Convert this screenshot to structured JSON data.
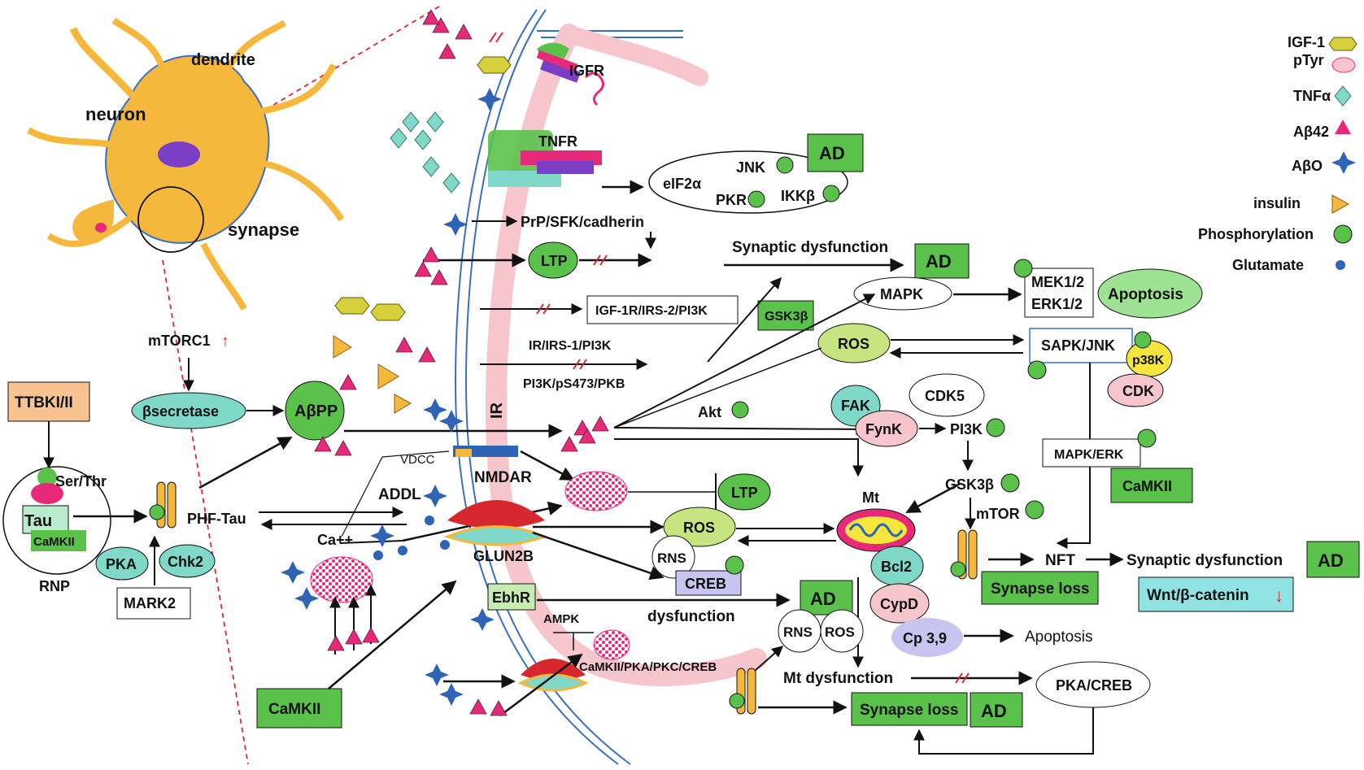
{
  "colors": {
    "green": "#5ac24a",
    "orange": "#f5b83d",
    "pink": "#e8297a",
    "teal": "#7fd8c8",
    "red": "#d7282f",
    "blue": "#2e63b6",
    "membrane": "#3a6fc4",
    "light_pink": "#f7c6cc"
  },
  "icons": [
    "neuron-illustration",
    "igfr-receptor",
    "tnfr-receptor",
    "nmda-receptor",
    "insulin-receptor",
    "mitochondrion",
    "tau-filament",
    "abeta-oligomer-cluster"
  ],
  "labels": {
    "dendrite": "dendrite",
    "neuron": "neuron",
    "synapse": "synapse",
    "igfr": "IGFR",
    "tnfr": "TNFR",
    "eif2a": "eIF2α",
    "jnk": "JNK",
    "pkr": "PKR",
    "ikkb": "IKKβ",
    "prp": "PrP/SFK/cadherin",
    "ltp": "LTP",
    "synaptic_dysfunction": "Synaptic dysfunction",
    "mapk": "MAPK",
    "mek": "MEK1/2",
    "erk": "ERK1/2",
    "apoptosis": "Apoptosis",
    "igf1r": "IGF-1R/IRS-2/PI3K",
    "gsk3b": "GSK3β",
    "mtorc1": "mTORC1",
    "ir_irs1": "IR/IRS-1/PI3K",
    "ros": "ROS",
    "sapk": "SAPK/JNK",
    "p38k": "p38K",
    "cdk": "CDK",
    "ttbk": "TTBKI/II",
    "bsecretase": "βsecretase",
    "abpp": "AβPP",
    "pi3k_ps473": "PI3K/pS473/PKB",
    "ir": "IR",
    "akt": "Akt",
    "fak": "FAK",
    "fynk": "FynK",
    "cdk5": "CDK5",
    "pi3k": "PI3K",
    "mapk_erk": "MAPK/ERK",
    "camkii": "CaMKII",
    "ser_thr": "Ser/Thr",
    "vdcc": "VDCC",
    "nmdar": "NMDAR",
    "addl": "ADDL",
    "mt": "Mt",
    "mtor": "mTOR",
    "tau": "Tau",
    "phf_tau": "PHF-Tau",
    "ca": "Ca++",
    "rns": "RNS",
    "glun2b": "GLUN2B",
    "creb": "CREB",
    "bcl2": "Bcl2",
    "nft": "NFT",
    "ad": "AD",
    "pka": "PKA",
    "chk2": "Chk2",
    "rnp": "RNP",
    "mark2": "MARK2",
    "ebhr": "EbhR",
    "dysfunction": "dysfunction",
    "synapse_loss": "Synapse loss",
    "wnt": "Wnt/β-catenin",
    "cypd": "CypD",
    "cp39": "Cp 3,9",
    "ampk": "AMPK",
    "camkii_pka": "CaMKII/PKA/PKC/CREB",
    "mt_dysfunction": "Mt dysfunction",
    "pka_creb": "PKA/CREB"
  },
  "legend": [
    {
      "label": "IGF-1",
      "shape": "igf-hexagon"
    },
    {
      "label": "pTyr",
      "shape": "ptyr-oval"
    },
    {
      "label": "TNFα",
      "shape": "tnf-diamond"
    },
    {
      "label": "Aβ42",
      "shape": "abeta-triangle"
    },
    {
      "label": "AβO",
      "shape": "abeta-star"
    },
    {
      "label": "insulin",
      "shape": "insulin-triangle"
    },
    {
      "label": "Phosphorylation",
      "shape": "phospho-circle"
    },
    {
      "label": "Glutamate",
      "shape": "glutamate-dot"
    }
  ]
}
